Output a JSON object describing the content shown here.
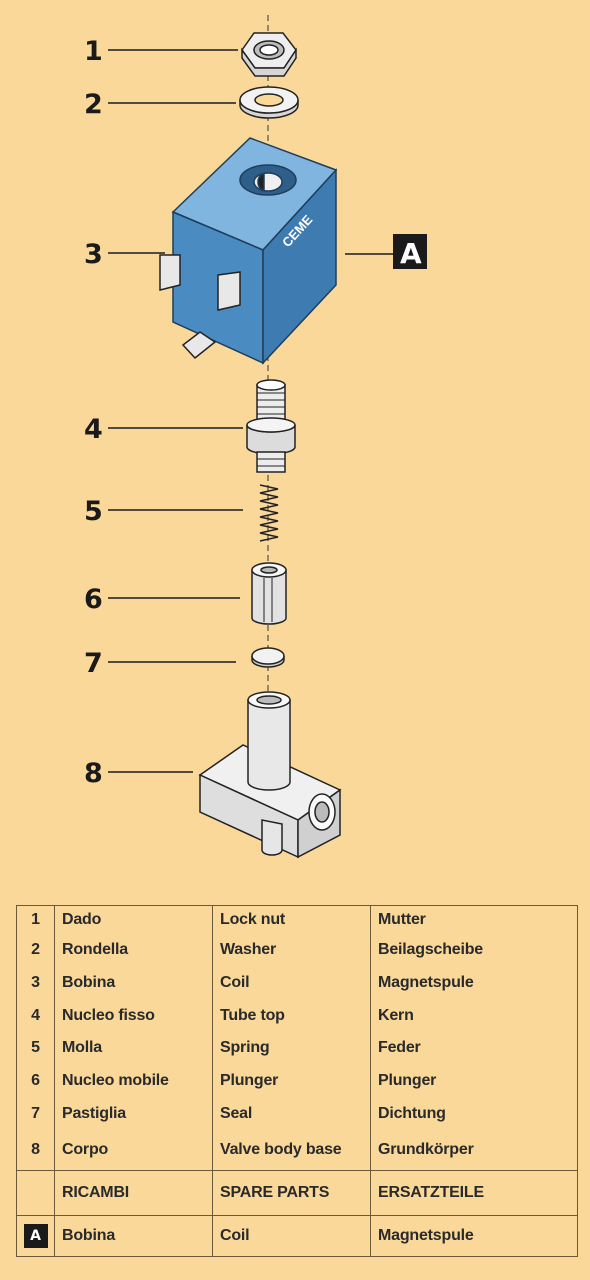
{
  "callouts": [
    "1",
    "2",
    "3",
    "4",
    "5",
    "6",
    "7",
    "8"
  ],
  "assembly_tag": "A",
  "coil_brand": "CEME",
  "parts": [
    {
      "num": "1",
      "it": "Dado",
      "en": "Lock nut",
      "de": "Mutter"
    },
    {
      "num": "2",
      "it": "Rondella",
      "en": "Washer",
      "de": "Beilagscheibe"
    },
    {
      "num": "3",
      "it": "Bobina",
      "en": "Coil",
      "de": "Magnetspule"
    },
    {
      "num": "4",
      "it": "Nucleo fisso",
      "en": "Tube top",
      "de": "Kern"
    },
    {
      "num": "5",
      "it": "Molla",
      "en": "Spring",
      "de": "Feder"
    },
    {
      "num": "6",
      "it": "Nucleo mobile",
      "en": "Plunger",
      "de": "Plunger"
    },
    {
      "num": "7",
      "it": "Pastiglia",
      "en": "Seal",
      "de": "Dichtung"
    },
    {
      "num": "8",
      "it": "Corpo",
      "en": "Valve body base",
      "de": "Grundkörper"
    }
  ],
  "spare_header": {
    "it": "RICAMBI",
    "en": "SPARE PARTS",
    "de": "ERSATZTEILE"
  },
  "spare_row": {
    "tag": "A",
    "it": "Bobina",
    "en": "Coil",
    "de": "Magnetspule"
  },
  "colors": {
    "background": "#f9d89a",
    "coil_blue": "#4a8cc2",
    "metal": "#ececec",
    "ink": "#1a1a1a"
  }
}
